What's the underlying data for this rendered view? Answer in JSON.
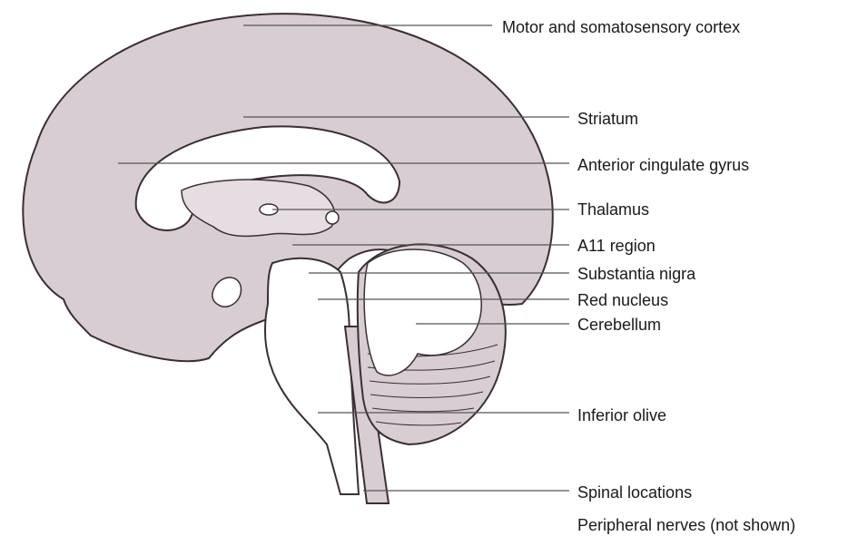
{
  "colors": {
    "tissue": "#d8cdd3",
    "tissue_light": "#e6dde2",
    "outline": "#3a2f35",
    "cerebellum_white": "#ffffff",
    "leader": "#555555"
  },
  "labels": [
    {
      "key": "motor_cortex",
      "text": "Motor and somatosensory cortex"
    },
    {
      "key": "striatum",
      "text": "Striatum"
    },
    {
      "key": "anterior_cingulate",
      "text": "Anterior cingulate gyrus"
    },
    {
      "key": "thalamus",
      "text": "Thalamus"
    },
    {
      "key": "a11_region",
      "text": "A11 region"
    },
    {
      "key": "substantia_nigra",
      "text": "Substantia nigra"
    },
    {
      "key": "red_nucleus",
      "text": "Red nucleus"
    },
    {
      "key": "cerebellum",
      "text": "Cerebellum"
    },
    {
      "key": "inferior_olive",
      "text": "Inferior olive"
    },
    {
      "key": "spinal_locations",
      "text": "Spinal locations"
    },
    {
      "key": "peripheral_nerves",
      "text": "Peripheral nerves (not shown)"
    }
  ]
}
